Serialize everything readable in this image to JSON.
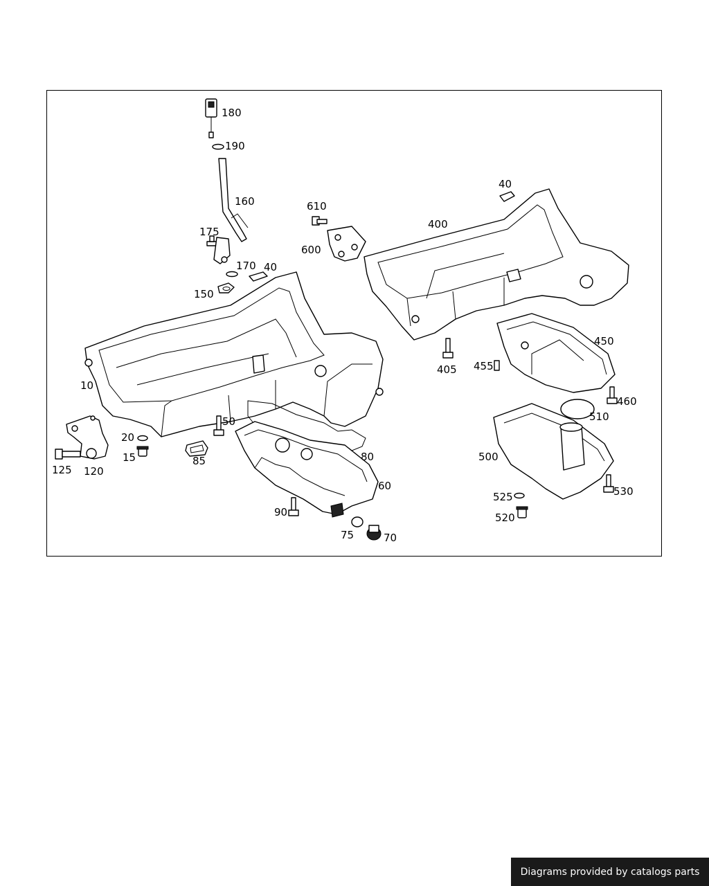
{
  "diagram": {
    "labels": [
      "180",
      "190",
      "160",
      "175",
      "170",
      "40",
      "150",
      "10",
      "50",
      "20",
      "15",
      "85",
      "125",
      "120",
      "80",
      "60",
      "90",
      "75",
      "70",
      "610",
      "600",
      "400",
      "40",
      "405",
      "455",
      "450",
      "460",
      "510",
      "500",
      "525",
      "530",
      "520"
    ]
  },
  "footer": {
    "credit": "Diagrams provided by catalogs parts"
  }
}
